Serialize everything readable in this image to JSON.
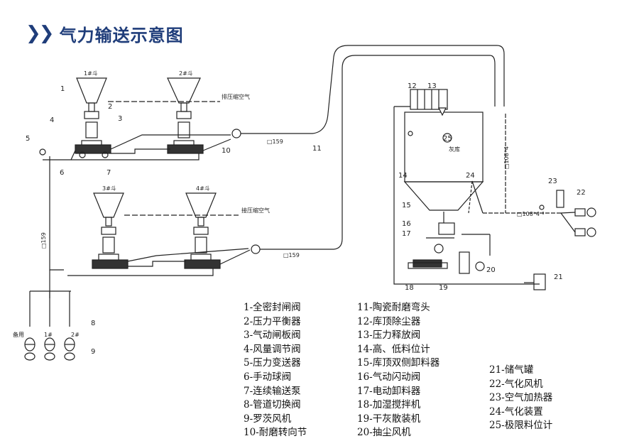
{
  "header": {
    "title": "气力输送示意图"
  },
  "diagram": {
    "hopper_labels": [
      "1#斗",
      "2#斗",
      "3#斗",
      "4#斗"
    ],
    "air_label_top": "排压缩空气",
    "air_label_mid": "接压缩空气",
    "silo_label": "灰库",
    "pipe_label_159a": "□159",
    "pipe_label_159b": "□159",
    "pipe_label_108a": "□108*4",
    "pipe_label_108b": "□108*4",
    "pipe_label_159c": "□159",
    "spare_label": "备用",
    "blower1_label": "1#",
    "blower2_label": "2#",
    "callouts": [
      "1",
      "2",
      "3",
      "4",
      "5",
      "6",
      "7",
      "8",
      "9",
      "10",
      "11",
      "12",
      "13",
      "14",
      "15",
      "16",
      "17",
      "18",
      "19",
      "20",
      "21",
      "22",
      "23",
      "24",
      "25"
    ]
  },
  "legend": {
    "col1": [
      "1-全密封闸阀",
      "2-压力平衡器",
      "3-气动闸板阀",
      "4-风量调节阀",
      "5-压力变送器",
      "6-手动球阀",
      "7-连续输送泵",
      "8-管道切换阀",
      "9-罗茨风机",
      "10-耐磨转向节"
    ],
    "col2": [
      "11-陶瓷耐磨弯头",
      "12-库顶除尘器",
      "13-压力释放阀",
      "14-高、低料位计",
      "15-库顶双侧卸料器",
      "16-气动闪动阀",
      "17-电动卸料器",
      "18-加湿搅拌机",
      "19-干灰散装机",
      "20-抽尘风机"
    ],
    "col3": [
      "21-储气罐",
      "22-气化风机",
      "23-空气加热器",
      "24-气化装置",
      "25-极限料位计"
    ]
  }
}
